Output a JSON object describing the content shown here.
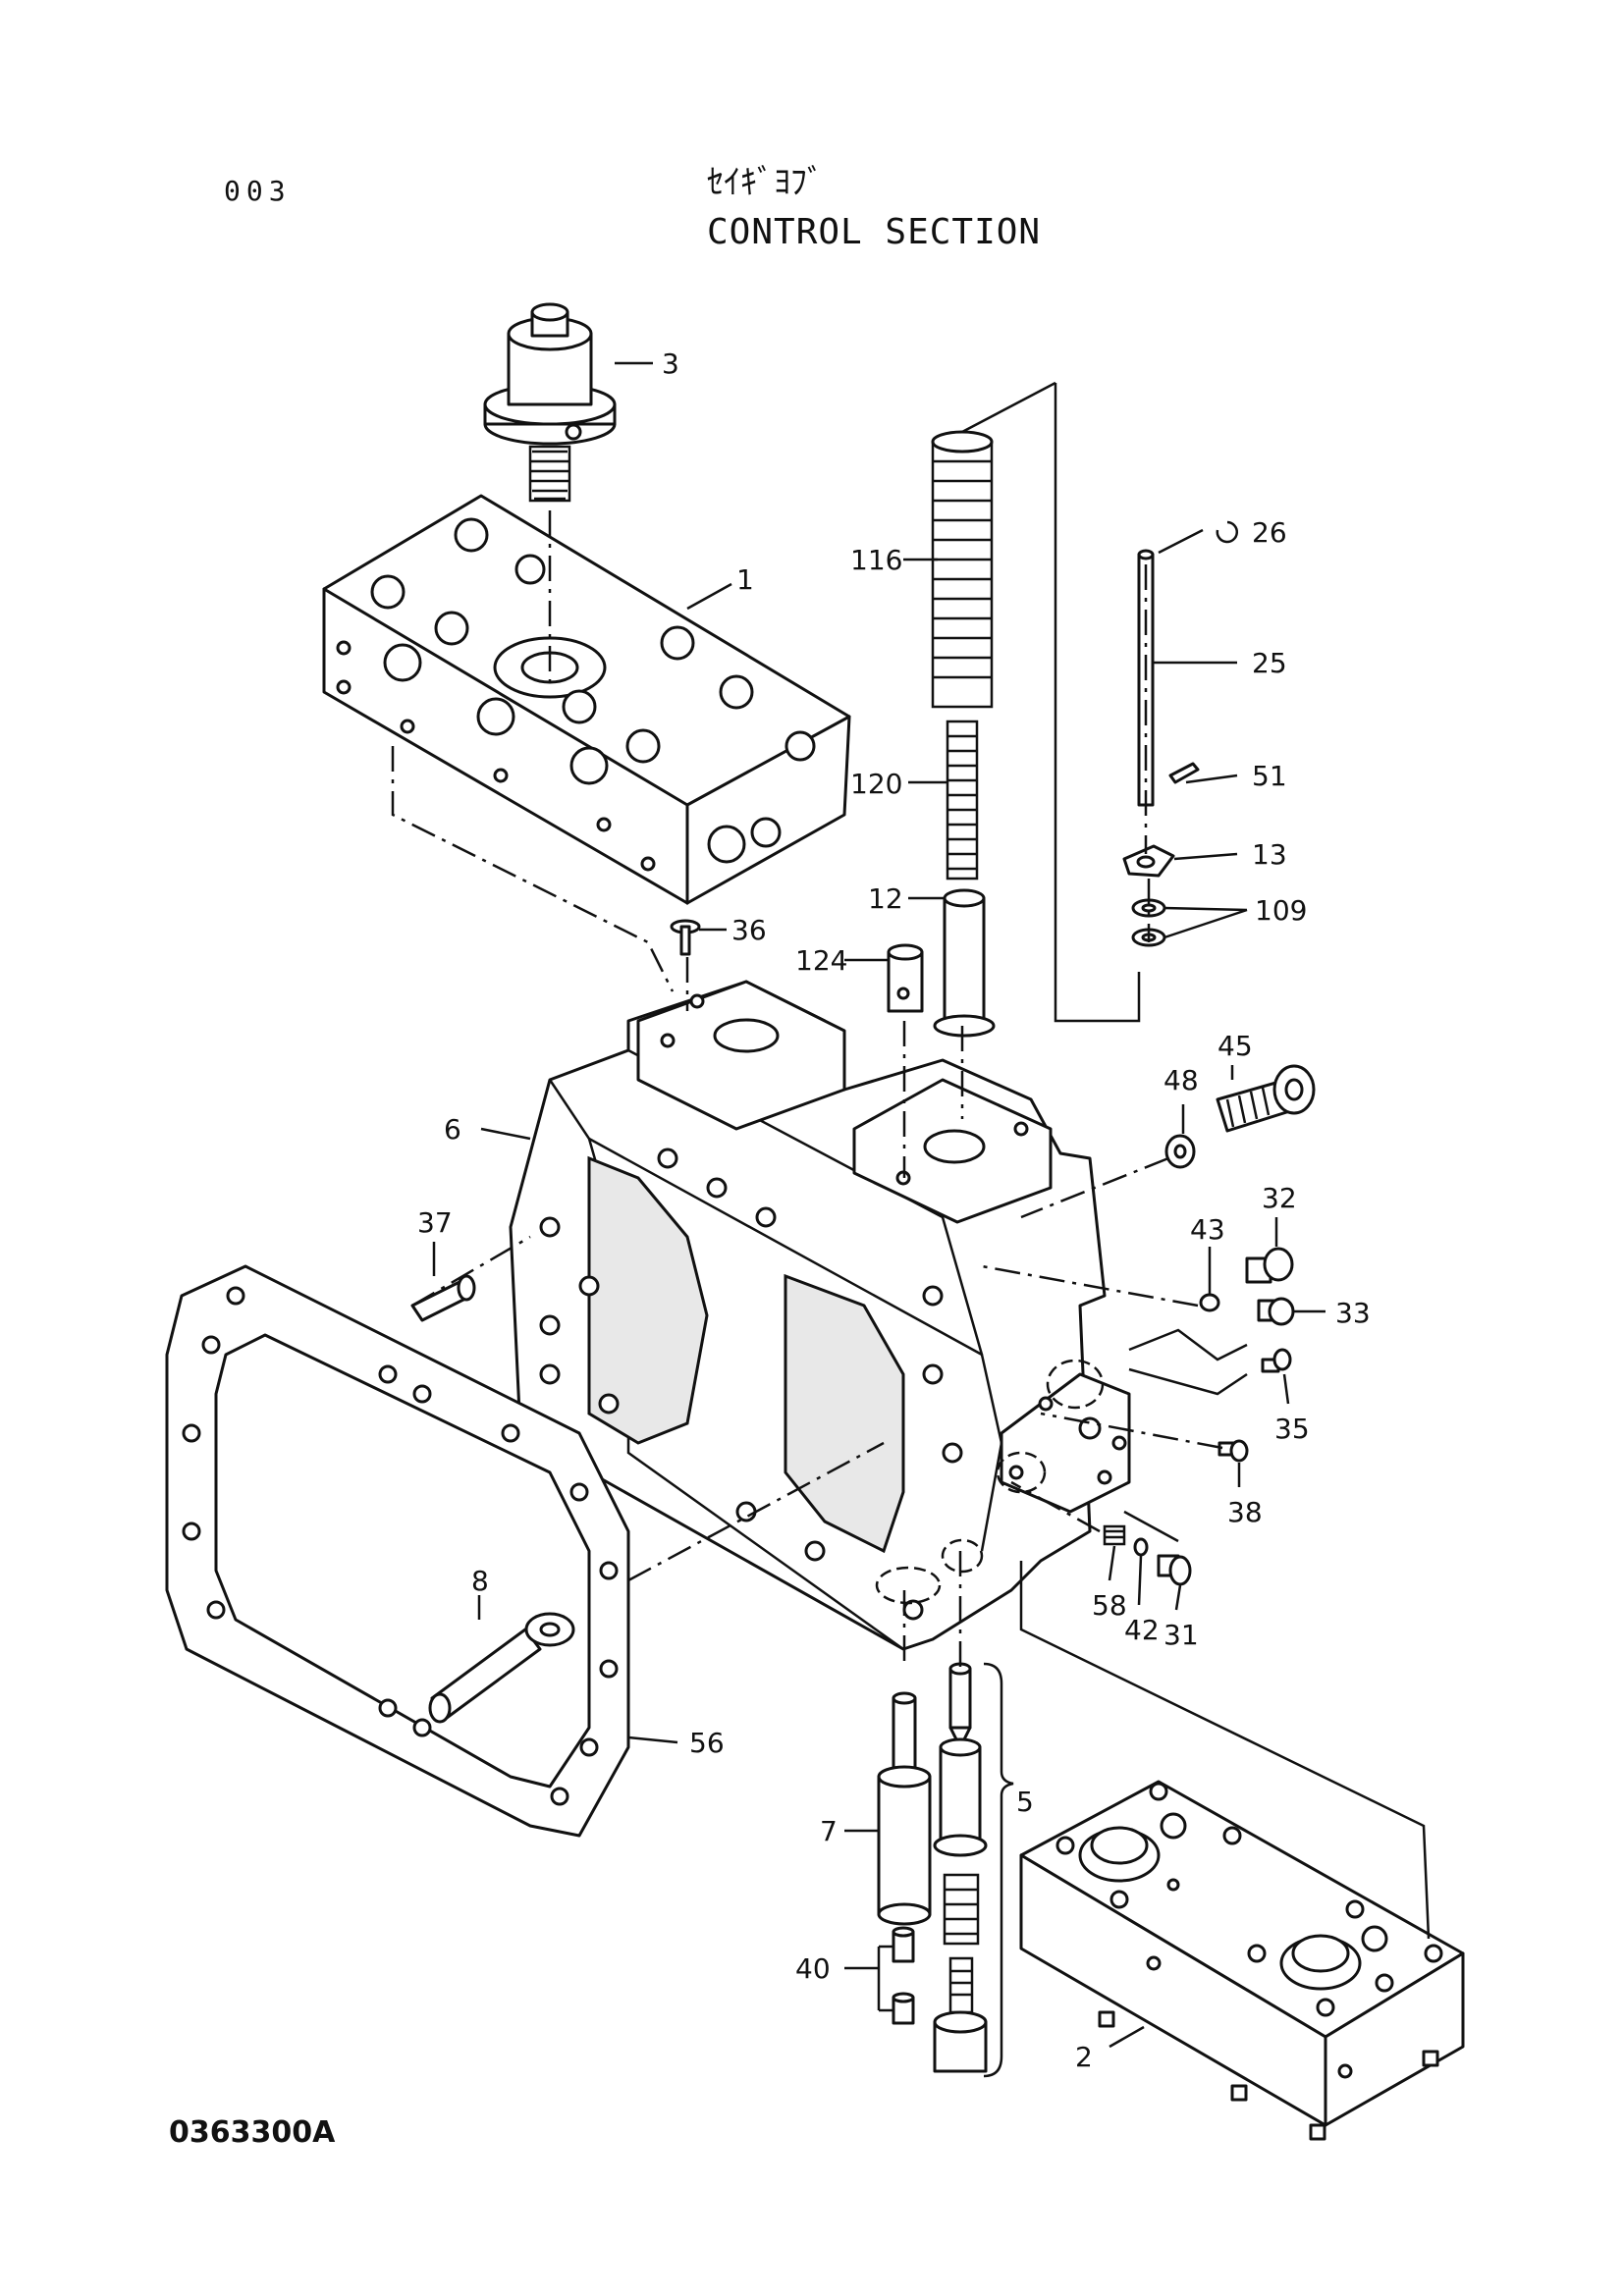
{
  "header": {
    "page_number": "003",
    "title_jp": "ｾｲｷﾞﾖﾌﾞ",
    "title_en": "CONTROL SECTION"
  },
  "footer": {
    "drawing_code": "0363300A"
  },
  "callouts": {
    "c3": "3",
    "c1": "1",
    "c116": "116",
    "c26": "26",
    "c25": "25",
    "c120": "120",
    "c51": "51",
    "c13": "13",
    "c12": "12",
    "c109": "109",
    "c36": "36",
    "c124": "124",
    "c45": "45",
    "c48": "48",
    "c6": "6",
    "c32": "32",
    "c37": "37",
    "c43": "43",
    "c33": "33",
    "c35": "35",
    "c38": "38",
    "c8": "8",
    "c58": "58",
    "c42": "42",
    "c31": "31",
    "c56": "56",
    "c5": "5",
    "c7": "7",
    "c40": "40",
    "c2": "2"
  }
}
